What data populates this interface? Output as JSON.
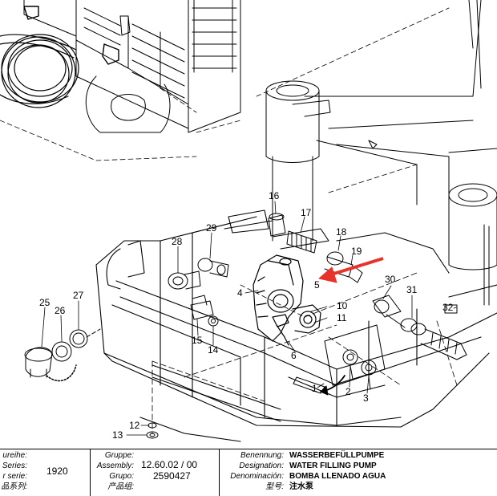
{
  "callouts": [
    {
      "id": "1",
      "label": "1"
    },
    {
      "id": "2",
      "label": "2"
    },
    {
      "id": "3",
      "label": "3"
    },
    {
      "id": "4",
      "label": "4"
    },
    {
      "id": "5",
      "label": "5"
    },
    {
      "id": "6",
      "label": "6"
    },
    {
      "id": "10",
      "label": "10"
    },
    {
      "id": "11",
      "label": "11"
    },
    {
      "id": "12",
      "label": "12"
    },
    {
      "id": "13",
      "label": "13"
    },
    {
      "id": "14",
      "label": "14"
    },
    {
      "id": "15",
      "label": "15"
    },
    {
      "id": "16",
      "label": "16"
    },
    {
      "id": "17",
      "label": "17"
    },
    {
      "id": "18",
      "label": "18"
    },
    {
      "id": "19",
      "label": "19"
    },
    {
      "id": "25",
      "label": "25"
    },
    {
      "id": "26",
      "label": "26"
    },
    {
      "id": "27",
      "label": "27"
    },
    {
      "id": "28",
      "label": "28"
    },
    {
      "id": "29",
      "label": "29"
    },
    {
      "id": "30",
      "label": "30"
    },
    {
      "id": "31",
      "label": "31"
    },
    {
      "id": "32",
      "label": "32"
    }
  ],
  "colors": {
    "line": "#000000",
    "arrow": "#e8332a",
    "background": "#ffffff"
  },
  "titleblock": {
    "series": {
      "labels": [
        "ureihe:",
        "Series:",
        "r serie:",
        "品系列:"
      ],
      "value": "1920"
    },
    "group": {
      "labels": [
        "Gruppe:",
        "Assembly:",
        "Grupo:",
        "产品组:"
      ],
      "value_line1": "12.60.02 / 00",
      "value_line2": "2590427"
    },
    "name": {
      "labels": [
        "Benennung:",
        "Designation:",
        "Denominación:",
        "型号:"
      ],
      "values": [
        "WASSERBEFÜLLPUMPE",
        "WATER FILLING PUMP",
        "BOMBA LLENADO AGUA",
        "注水泵"
      ]
    }
  }
}
